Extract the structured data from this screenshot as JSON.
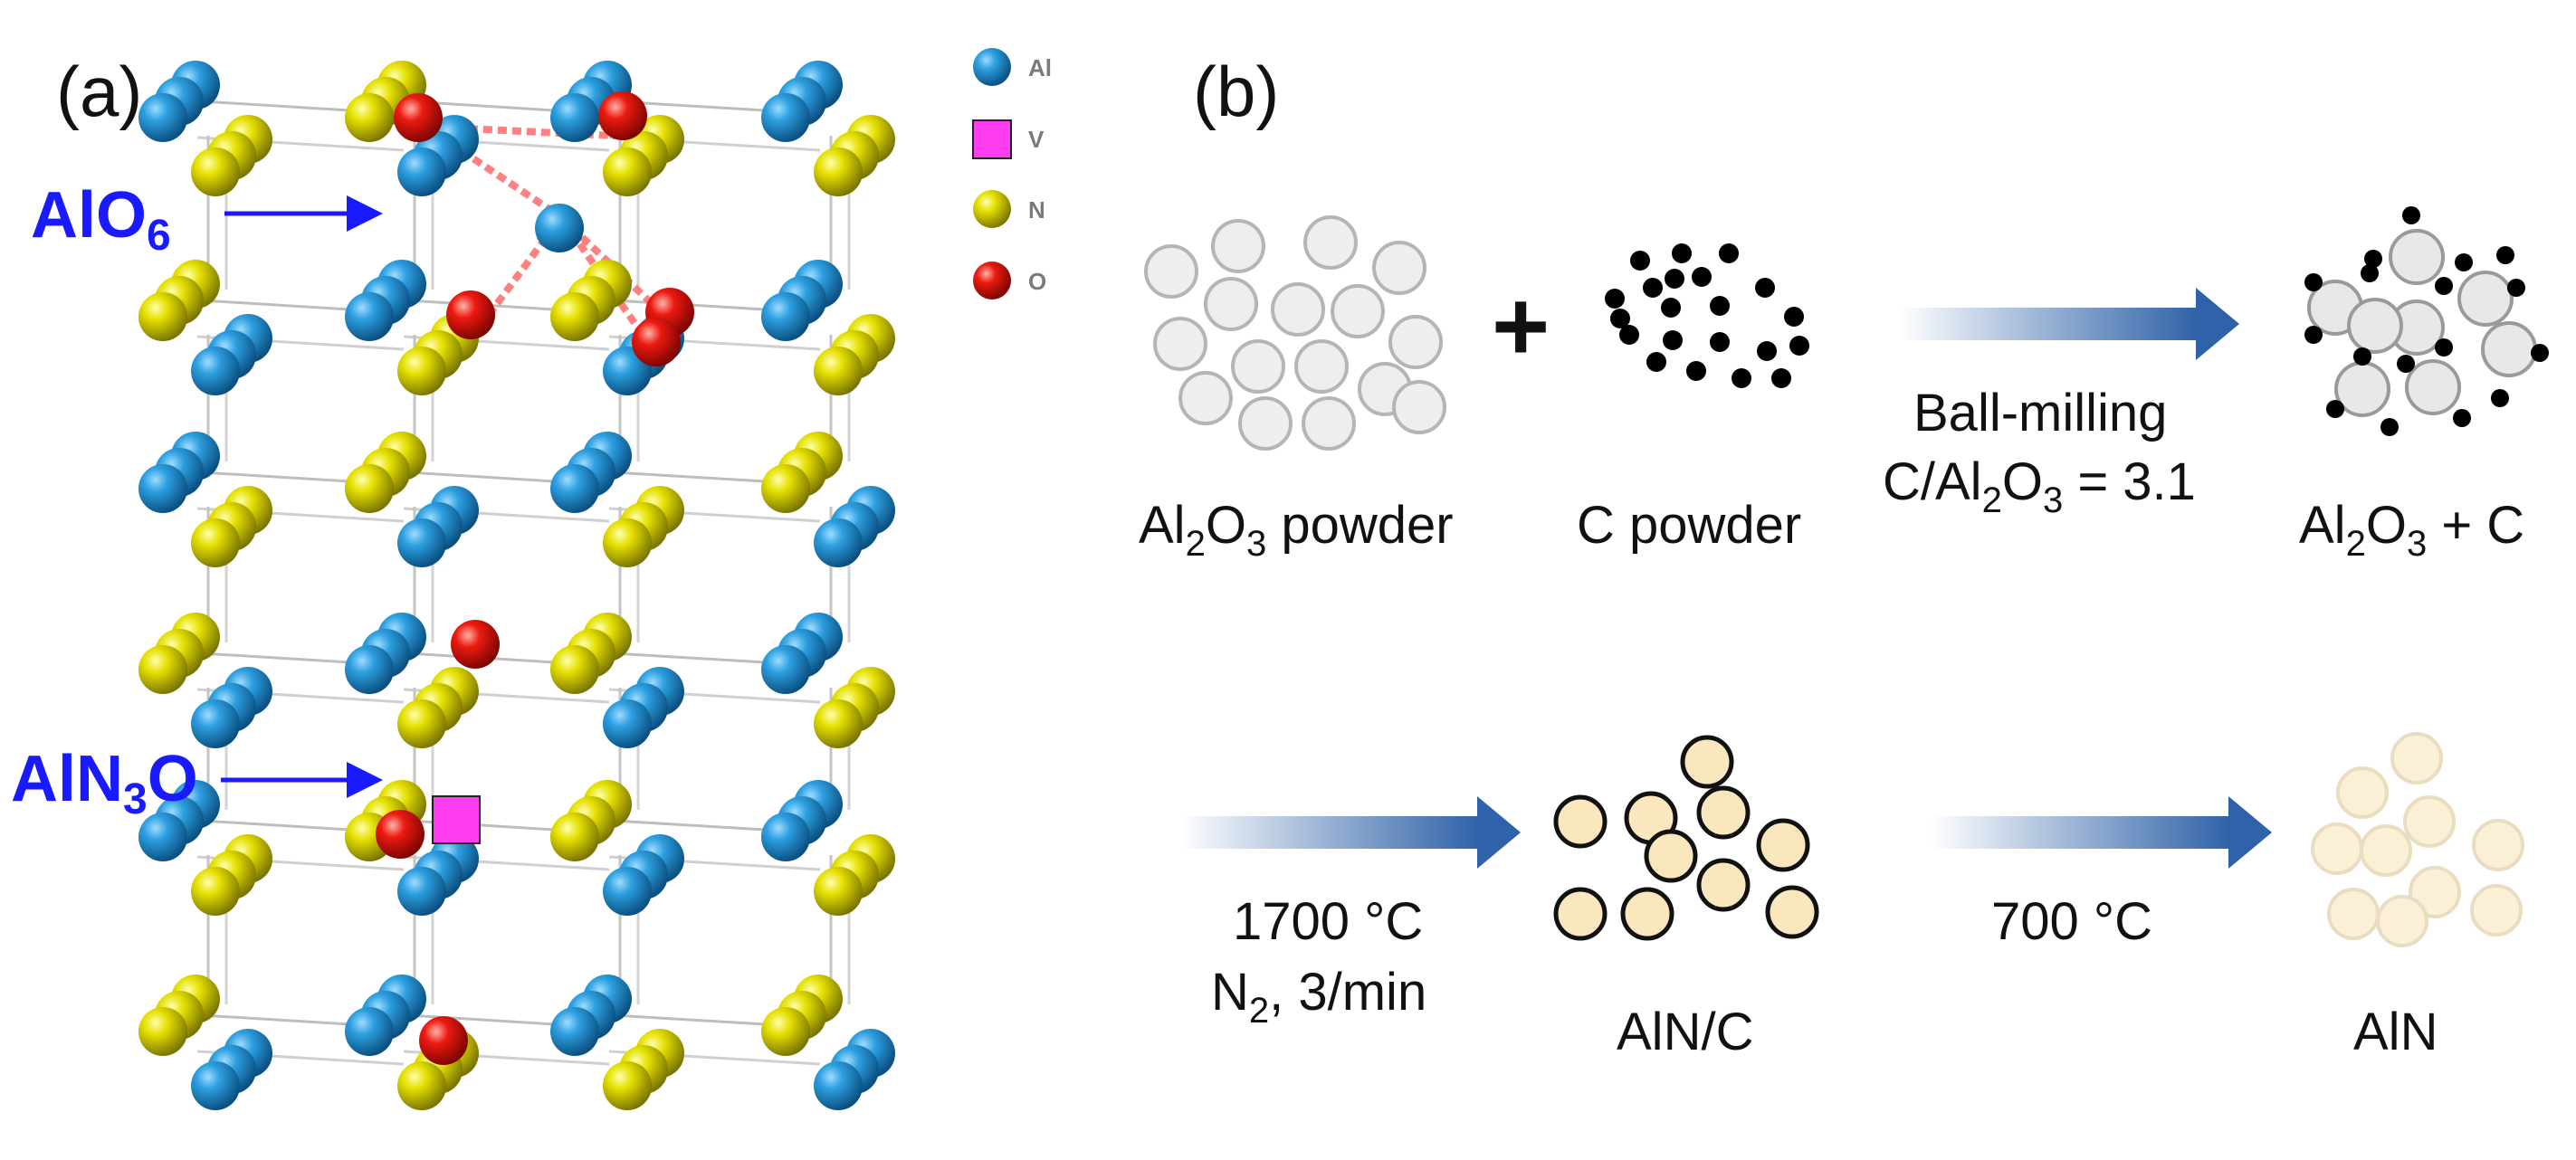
{
  "panel_a": {
    "label": "(a)",
    "annotations": {
      "alo6": "AlO",
      "alo6_sub": "6",
      "aln3o_pre": "AlN",
      "aln3o_sub": "3",
      "aln3o_post": "O"
    },
    "legend": [
      {
        "symbol": "Al",
        "color": "#1a8ccf",
        "shape": "sphere"
      },
      {
        "symbol": "V",
        "color": "#ff3df0",
        "shape": "square"
      },
      {
        "symbol": "N",
        "color": "#d8d400",
        "shape": "sphere"
      },
      {
        "symbol": "O",
        "color": "#e8140c",
        "shape": "sphere"
      }
    ]
  },
  "panel_b": {
    "label": "(b)",
    "plus_sign": "+",
    "al2o3_powder": {
      "p1": "Al",
      "s1": "2",
      "p2": "O",
      "s2": "3",
      "p3": " powder"
    },
    "c_powder": "C powder",
    "step1": {
      "line1": "Ball-milling",
      "line2": {
        "p1": "C/Al",
        "s1": "2",
        "p2": "O",
        "s2": "3",
        "p3": " = 3.1"
      }
    },
    "mix": {
      "p1": "Al",
      "s1": "2",
      "p2": "O",
      "s2": "3",
      "p3": " + C"
    },
    "step2": {
      "line1": "1700 °C",
      "line2": {
        "p1": "N",
        "s1": "2",
        "p2": ", 3/min"
      }
    },
    "aln_c": "AlN/C",
    "step3": "700 °C",
    "aln": "AlN"
  },
  "colors": {
    "al": "#1a8ccf",
    "n": "#d8d400",
    "o": "#e8140c",
    "vacancy": "#ff3df0",
    "annotation": "#1a1aff",
    "arrow": "#2f62a8",
    "alumina_particle": "#eeeeee",
    "carbon_particle": "#000000",
    "aln_c_particle": "#fbe7bd",
    "aln_particle": "#fbefd5"
  }
}
